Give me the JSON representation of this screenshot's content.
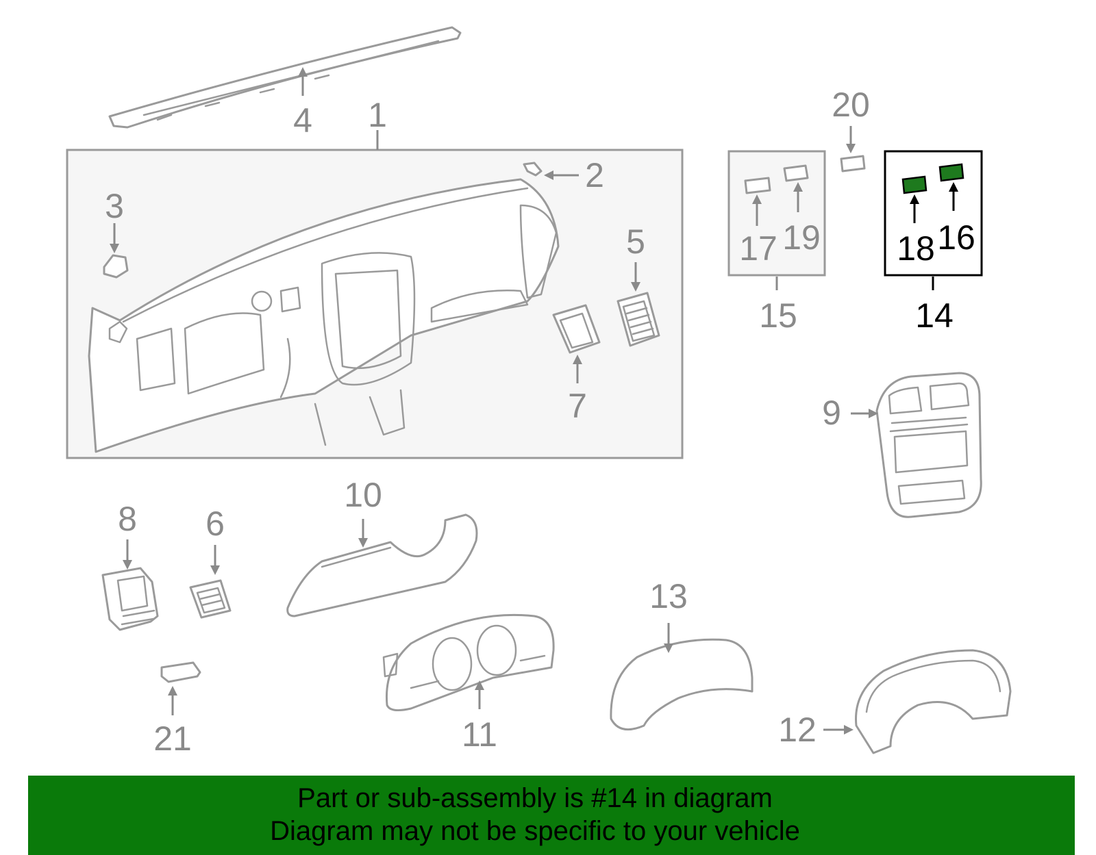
{
  "callouts": [
    {
      "id": "c1",
      "label": "1",
      "active": false
    },
    {
      "id": "c2",
      "label": "2",
      "active": false
    },
    {
      "id": "c3",
      "label": "3",
      "active": false
    },
    {
      "id": "c4",
      "label": "4",
      "active": false
    },
    {
      "id": "c5",
      "label": "5",
      "active": false
    },
    {
      "id": "c6",
      "label": "6",
      "active": false
    },
    {
      "id": "c7",
      "label": "7",
      "active": false
    },
    {
      "id": "c8",
      "label": "8",
      "active": false
    },
    {
      "id": "c9",
      "label": "9",
      "active": false
    },
    {
      "id": "c10",
      "label": "10",
      "active": false
    },
    {
      "id": "c11",
      "label": "11",
      "active": false
    },
    {
      "id": "c12",
      "label": "12",
      "active": false
    },
    {
      "id": "c13",
      "label": "13",
      "active": false
    },
    {
      "id": "c14",
      "label": "14",
      "active": true
    },
    {
      "id": "c15",
      "label": "15",
      "active": false
    },
    {
      "id": "c16",
      "label": "16",
      "active": true
    },
    {
      "id": "c17",
      "label": "17",
      "active": false
    },
    {
      "id": "c18",
      "label": "18",
      "active": true
    },
    {
      "id": "c19",
      "label": "19",
      "active": false
    },
    {
      "id": "c20",
      "label": "20",
      "active": false
    },
    {
      "id": "c21",
      "label": "21",
      "active": false
    }
  ],
  "banner": {
    "line1": "Part or sub-assembly is #14 in diagram",
    "line2": "Diagram may not be specific to your vehicle"
  },
  "colors": {
    "banner_background": "#0a7a0a",
    "highlight_part": "#1e7a1e",
    "inactive_gray": "#8a8a8a",
    "active_black": "#000000"
  }
}
